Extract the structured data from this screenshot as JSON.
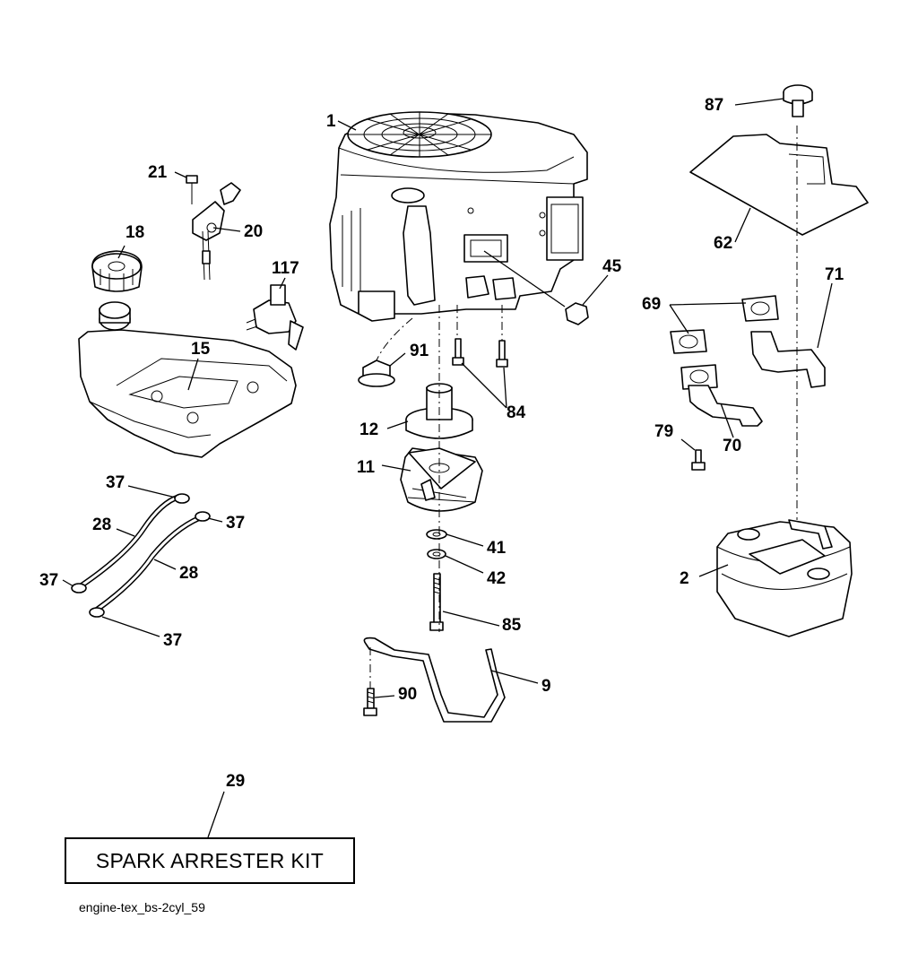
{
  "callouts": {
    "c1": "1",
    "c2": "2",
    "c9": "9",
    "c11": "11",
    "c12": "12",
    "c15": "15",
    "c18": "18",
    "c20": "20",
    "c21": "21",
    "c28a": "28",
    "c28b": "28",
    "c29": "29",
    "c37a": "37",
    "c37b": "37",
    "c37c": "37",
    "c37d": "37",
    "c41": "41",
    "c42": "42",
    "c45": "45",
    "c62": "62",
    "c69": "69",
    "c70": "70",
    "c71": "71",
    "c79": "79",
    "c84": "84",
    "c85": "85",
    "c87": "87",
    "c90": "90",
    "c91": "91",
    "c117": "117"
  },
  "kit_label": "SPARK ARRESTER KIT",
  "caption": "engine-tex_bs-2cyl_59"
}
